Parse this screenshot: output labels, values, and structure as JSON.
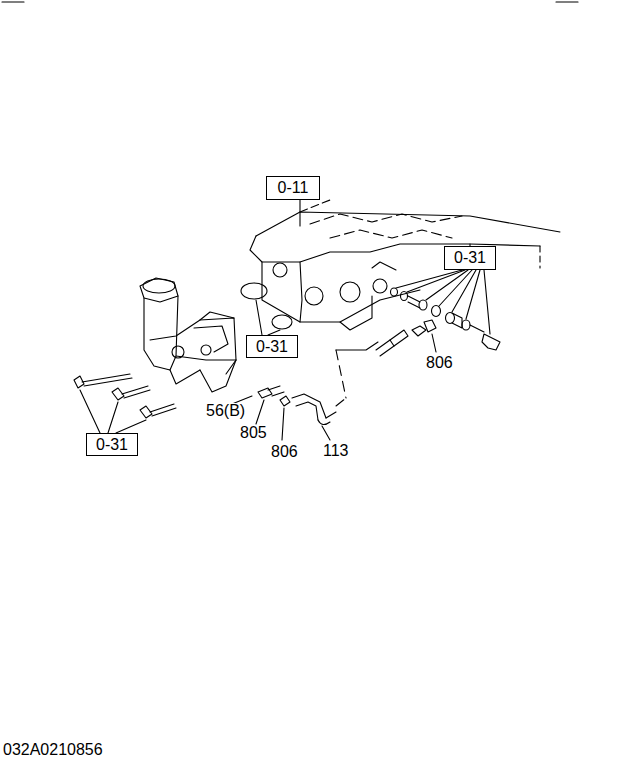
{
  "diagram": {
    "nodes": [
      {
        "text": [
          "0-11"
        ]
      },
      {
        "text": [
          "0-31"
        ]
      },
      {
        "text": [
          "0-31"
        ]
      },
      {
        "text": [
          "0-31"
        ]
      }
    ],
    "edges": [],
    "labels": [
      "806",
      "56(B)",
      "805",
      "806",
      "113",
      "032A0210856"
    ]
  }
}
